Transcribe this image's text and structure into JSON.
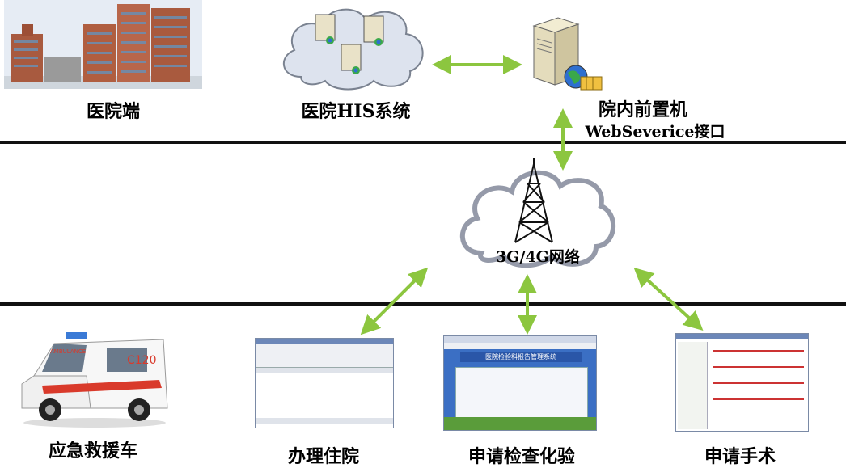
{
  "labels": {
    "hospital": "医院端",
    "his": "医院HIS系统",
    "frontend_line1": "院内前置机",
    "frontend_line2": "WebSeverice接口",
    "network": "3G/4G网络",
    "ambulance": "应急救援车",
    "admission": "办理住院",
    "exam": "申请检查化验",
    "surgery": "申请手术"
  },
  "screens": {
    "exam_title": "医院检验科报告管理系统",
    "ambulance_text": "AMBULANCE",
    "ambulance_number": "C120"
  },
  "colors": {
    "arrow": "#8cc63f",
    "divider": "#111111",
    "cloud": "#dde3ee"
  }
}
